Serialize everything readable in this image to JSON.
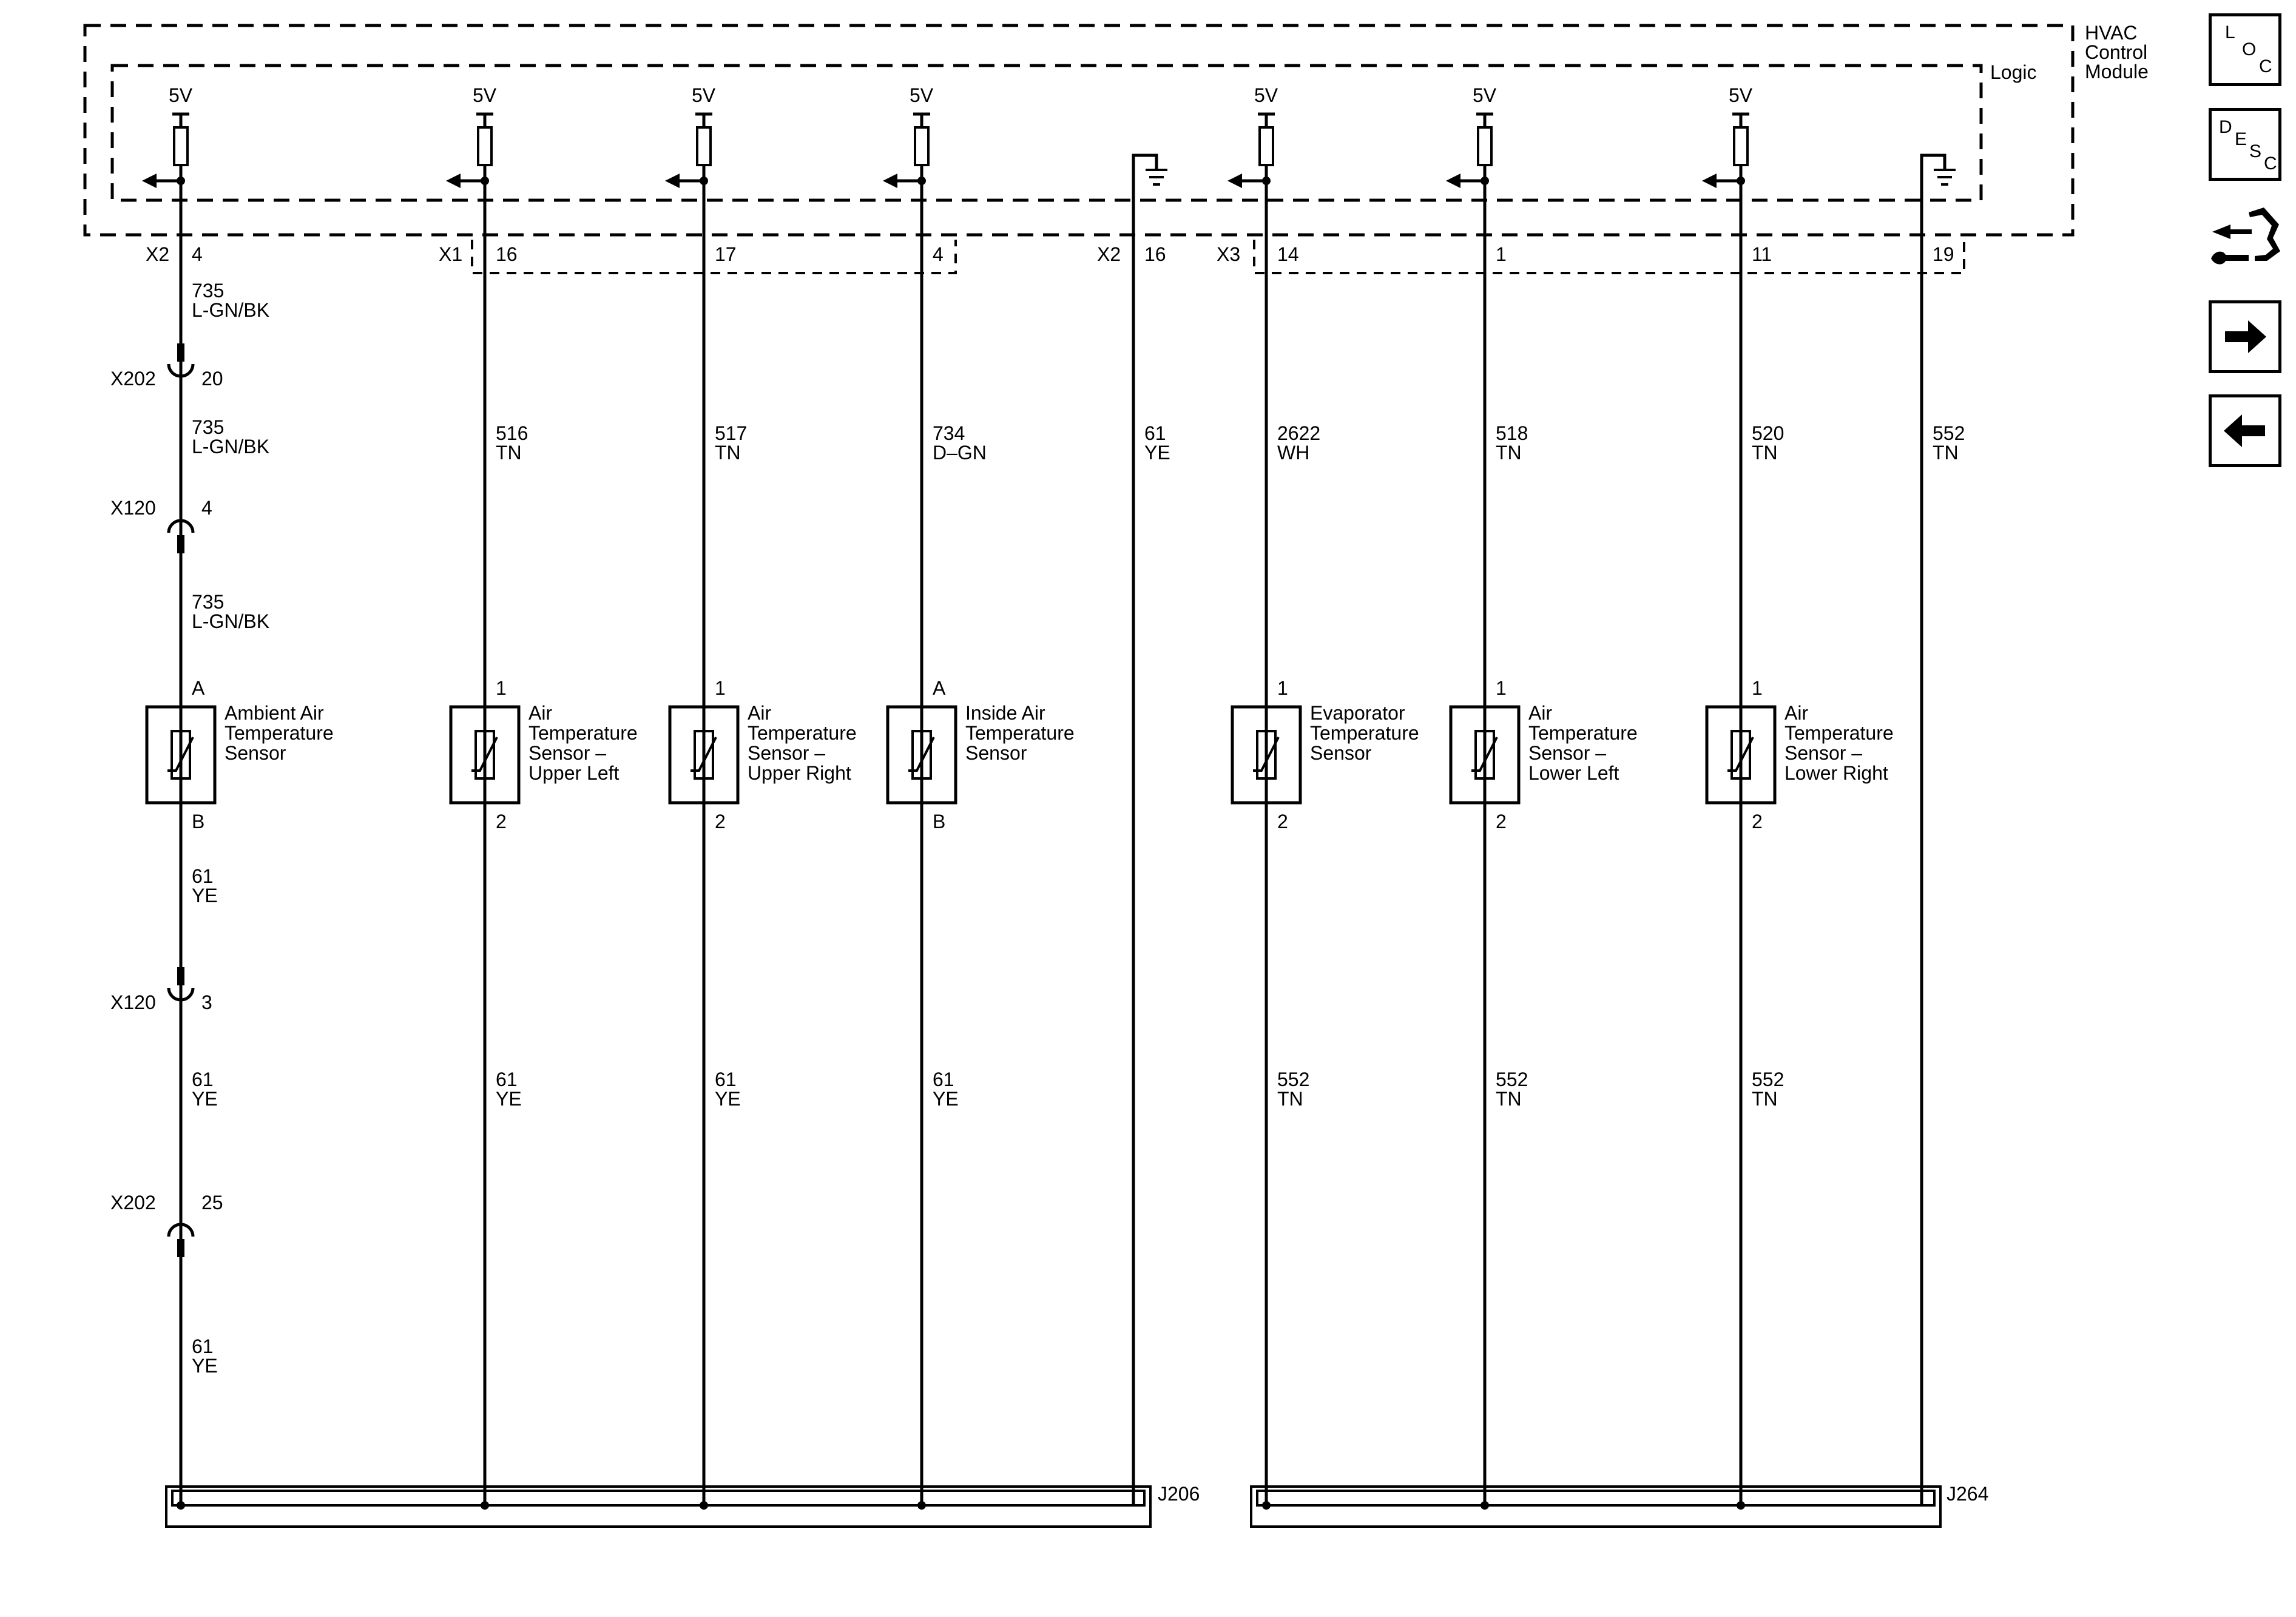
{
  "module": {
    "title_lines": [
      "HVAC",
      "Control",
      "Module"
    ],
    "logic_label": "Logic",
    "supply_label": "5V"
  },
  "columns": [
    {
      "id": "ambient",
      "conn": "X2",
      "pin": "4",
      "signal_circuit": [
        "735",
        "L-GN/BK"
      ],
      "sensor_lines": [
        "Ambient Air",
        "Temperature",
        "Sensor"
      ],
      "pin_top": "A",
      "pin_bottom": "B",
      "return_circuit": [
        "61",
        "YE"
      ]
    },
    {
      "id": "upper-left",
      "conn": "X1",
      "pin": "16",
      "signal_circuit": [
        "516",
        "TN"
      ],
      "sensor_lines": [
        "Air",
        "Temperature",
        "Sensor –",
        "Upper Left"
      ],
      "pin_top": "1",
      "pin_bottom": "2",
      "return_circuit": [
        "61",
        "YE"
      ]
    },
    {
      "id": "upper-right",
      "conn": "",
      "pin": "17",
      "signal_circuit": [
        "517",
        "TN"
      ],
      "sensor_lines": [
        "Air",
        "Temperature",
        "Sensor –",
        "Upper Right"
      ],
      "pin_top": "1",
      "pin_bottom": "2",
      "return_circuit": [
        "61",
        "YE"
      ]
    },
    {
      "id": "inside",
      "conn": "",
      "pin": "4",
      "signal_circuit": [
        "734",
        "D–GN"
      ],
      "sensor_lines": [
        "Inside Air",
        "Temperature",
        "Sensor"
      ],
      "pin_top": "A",
      "pin_bottom": "B",
      "return_circuit": [
        "61",
        "YE"
      ]
    },
    {
      "id": "evaporator",
      "conn": "X3",
      "pin": "14",
      "signal_circuit": [
        "2622",
        "WH"
      ],
      "sensor_lines": [
        "Evaporator",
        "Temperature",
        "Sensor"
      ],
      "pin_top": "1",
      "pin_bottom": "2",
      "return_circuit": [
        "552",
        "TN"
      ]
    },
    {
      "id": "lower-left",
      "conn": "",
      "pin": "1",
      "signal_circuit": [
        "518",
        "TN"
      ],
      "sensor_lines": [
        "Air",
        "Temperature",
        "Sensor –",
        "Lower Left"
      ],
      "pin_top": "1",
      "pin_bottom": "2",
      "return_circuit": [
        "552",
        "TN"
      ]
    },
    {
      "id": "lower-right",
      "conn": "",
      "pin": "11",
      "signal_circuit": [
        "520",
        "TN"
      ],
      "sensor_lines": [
        "Air",
        "Temperature",
        "Sensor –",
        "Lower Right"
      ],
      "pin_top": "1",
      "pin_bottom": "2",
      "return_circuit": [
        "552",
        "TN"
      ]
    }
  ],
  "grounds": [
    {
      "id": "ground-1",
      "conn": "X2",
      "pin": "16",
      "circuit": [
        "61",
        "YE"
      ],
      "splice": "J206"
    },
    {
      "id": "ground-2",
      "conn": "",
      "pin": "19",
      "circuit": [
        "552",
        "TN"
      ],
      "splice": "J264"
    }
  ],
  "inline_connectors": [
    {
      "id": "x202-top",
      "name": "X202",
      "pin": "20",
      "circuit_below": [
        "735",
        "L-GN/BK"
      ]
    },
    {
      "id": "x120-top",
      "name": "X120",
      "pin": "4",
      "circuit_below": [
        "735",
        "L-GN/BK"
      ]
    },
    {
      "id": "x120-bottom",
      "name": "X120",
      "pin": "3",
      "circuit_below": [
        "61",
        "YE"
      ]
    },
    {
      "id": "x202-bottom",
      "name": "X202",
      "pin": "25",
      "circuit_below": [
        "61",
        "YE"
      ]
    }
  ],
  "ambient_top_circuit": [
    "735",
    "L-GN/BK"
  ],
  "ambient_bottom_circuit": [
    "61",
    "YE"
  ],
  "side_buttons": {
    "loc": [
      "L",
      "O",
      "C"
    ],
    "desc": [
      "D",
      "E",
      "S",
      "C"
    ],
    "tools_icon": "connector-tool-icon",
    "next_icon": "arrow-right-icon",
    "prev_icon": "arrow-left-icon"
  }
}
